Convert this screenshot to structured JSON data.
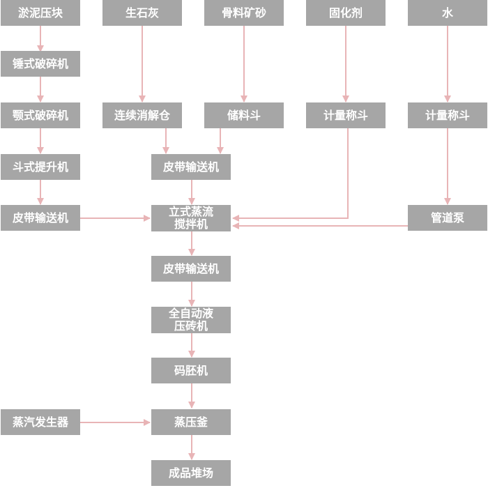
{
  "nodes": {
    "sludge": "淤泥压块",
    "quicklime": "生石灰",
    "aggregate": "骨料矿砂",
    "curing_agent": "固化剂",
    "water": "水",
    "hammer_crusher": "锤式破碎机",
    "jaw_crusher": "颚式破碎机",
    "bucket_elevator": "斗式提升机",
    "belt_conveyor_left": "皮带输送机",
    "digester": "连续消解仓",
    "storage_hopper": "储料斗",
    "metering_hopper_1": "计量称斗",
    "metering_hopper_2": "计量称斗",
    "belt_conveyor_top": "皮带输送机",
    "pipeline_pump": "管道泵",
    "mixer": "立式蒸流\n搅拌机",
    "belt_conveyor_mid": "皮带输送机",
    "hydraulic_press": "全自动液\n压砖机",
    "stacker": "码胚机",
    "steam_generator": "蒸汽发生器",
    "autoclave": "蒸压釜",
    "finished_yard": "成品堆场"
  },
  "colors": {
    "box": "#a6a6a6",
    "text": "#ffffff",
    "arrow": "#e8b4b6"
  }
}
